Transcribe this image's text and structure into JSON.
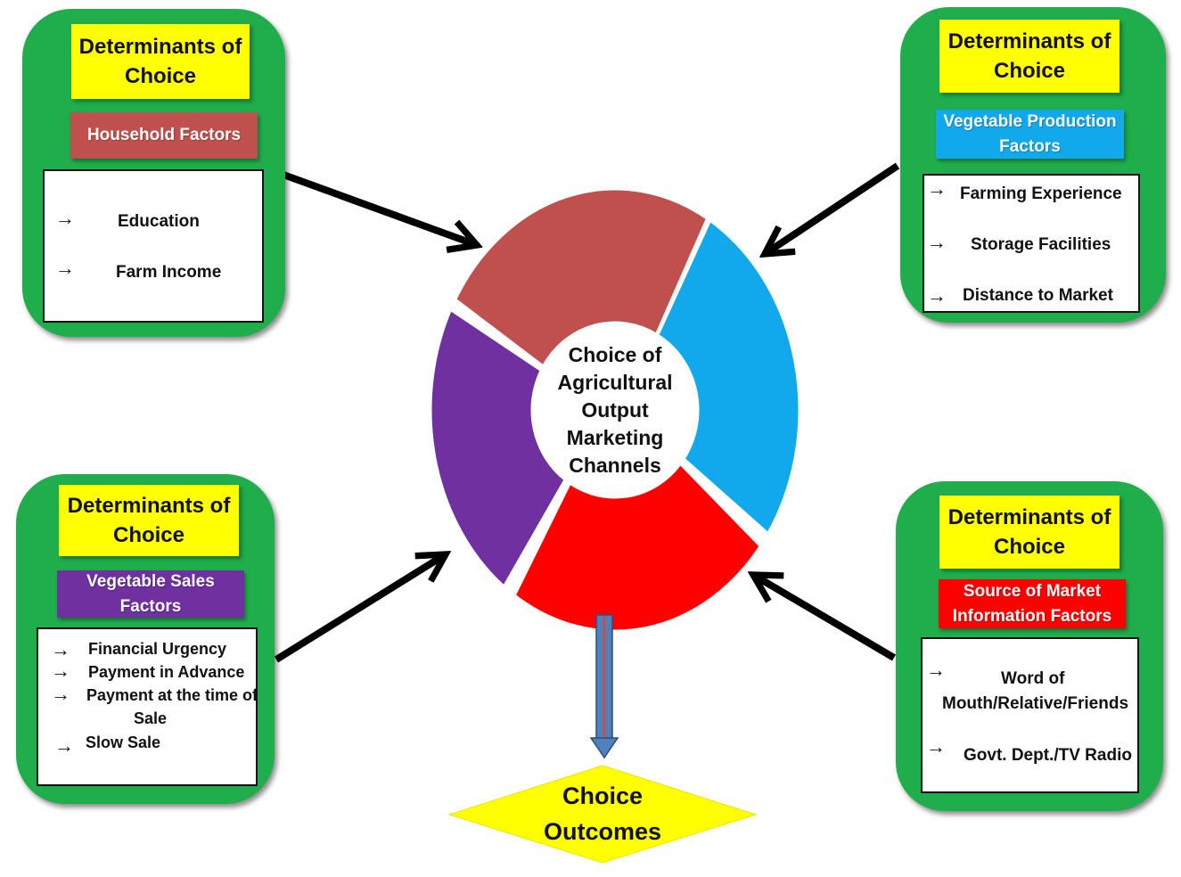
{
  "colors": {
    "panel": "#1fae4b",
    "determinant": "#ffff00",
    "household": "#c0504d",
    "production": "#12a9ec",
    "sales": "#7030a0",
    "information": "#ff0000"
  },
  "center": {
    "lines": [
      "Choice of",
      "Agricultural",
      "Output",
      "Marketing",
      "Channels"
    ]
  },
  "outcome": {
    "lines": [
      "Choice",
      "Outcomes"
    ]
  },
  "panels": {
    "household": {
      "determinant": [
        "Determinants of",
        "Choice"
      ],
      "factor": [
        "Household Factors"
      ],
      "items": [
        "Education",
        "Farm Income"
      ],
      "item_icon": "arrow-right-icon"
    },
    "production": {
      "determinant": [
        "Determinants of",
        "Choice"
      ],
      "factor": [
        "Vegetable Production",
        "Factors"
      ],
      "items": [
        "Farming Experience",
        "Storage Facilities",
        "Distance to Market"
      ],
      "item_icon": "arrow-right-icon"
    },
    "sales": {
      "determinant": [
        "Determinants of",
        "Choice"
      ],
      "factor": [
        "Vegetable Sales Factors"
      ],
      "items": [
        "Financial Urgency",
        "Payment in Advance",
        "Payment at the time of",
        "Sale",
        "Slow Sale"
      ],
      "item_icon": "arrow-right-icon"
    },
    "information": {
      "determinant": [
        "Determinants of",
        "Choice"
      ],
      "factor": [
        "Source of Market",
        "Information Factors"
      ],
      "items": [
        "Word of",
        "Mouth/Relative/Friends",
        "Govt. Dept./TV Radio"
      ],
      "item_icon": "arrow-right-icon"
    }
  }
}
